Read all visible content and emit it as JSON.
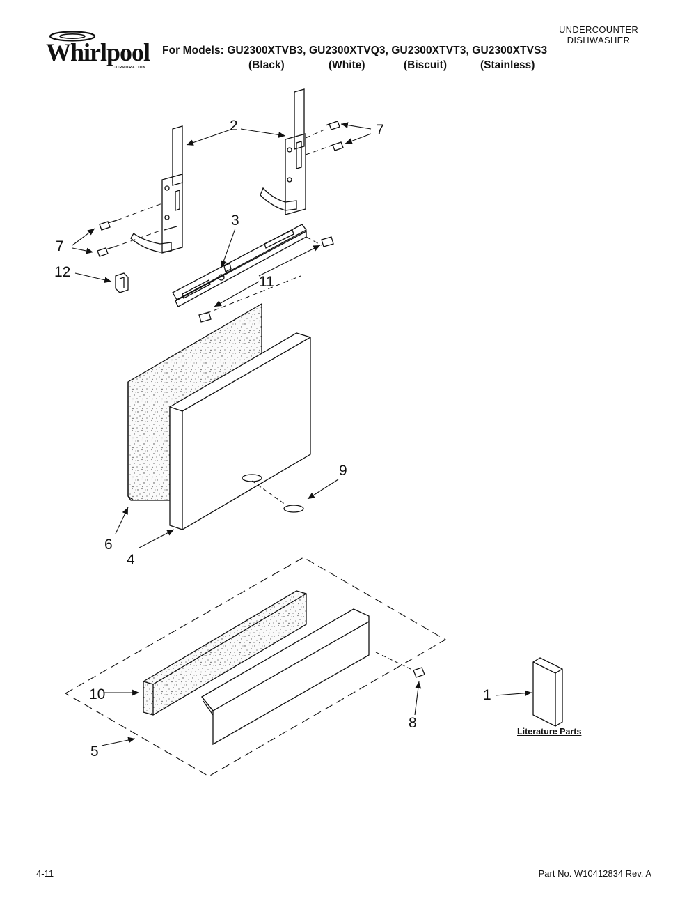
{
  "header": {
    "brand": "Whirlpool",
    "brand_sub": "CORPORATION",
    "models_line": "For Models: GU2300XTVB3, GU2300XTVQ3, GU2300XTVT3, GU2300XTVS3",
    "colors": [
      "(Black)",
      "(White)",
      "(Biscuit)",
      "(Stainless)"
    ],
    "category_line1": "UNDERCOUNTER",
    "category_line2": "DISHWASHER"
  },
  "callouts": {
    "c1": "1",
    "c2": "2",
    "c3": "3",
    "c4": "4",
    "c5": "5",
    "c6": "6",
    "c7a": "7",
    "c7b": "7",
    "c8": "8",
    "c9": "9",
    "c10": "10",
    "c11": "11",
    "c12": "12"
  },
  "literature_label": "Literature Parts",
  "footer": {
    "section": "4-11",
    "part_no": "Part No. W10412834 Rev. A"
  }
}
